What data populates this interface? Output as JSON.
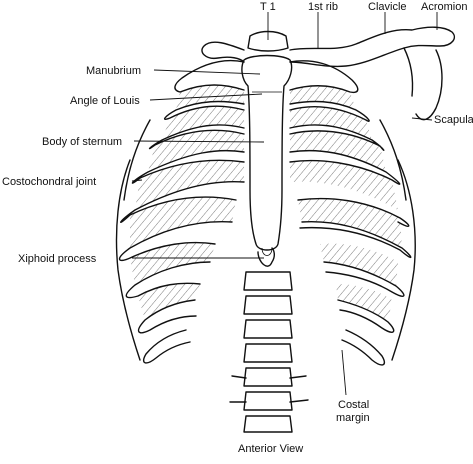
{
  "figure": {
    "caption": "Anterior View",
    "labels": {
      "t1": "T 1",
      "first_rib": "1st rib",
      "clavicle": "Clavicle",
      "acromion": "Acromion",
      "manubrium": "Manubrium",
      "angle_of_louis": "Angle of Louis",
      "scapula": "Scapula",
      "body_of_sternum": "Body of sternum",
      "costochondral_joint": "Costochondral joint",
      "xiphoid_process": "Xiphoid process",
      "costal_margin_line1": "Costal",
      "costal_margin_line2": "margin"
    }
  }
}
